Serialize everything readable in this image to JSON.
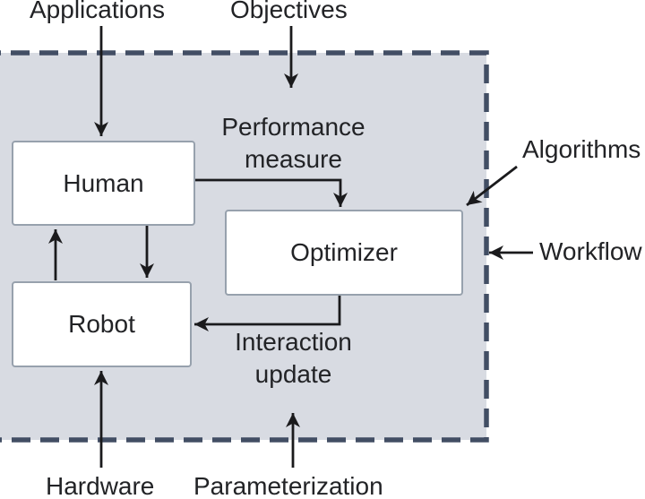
{
  "diagram": {
    "external_labels": {
      "applications": "Applications",
      "objectives": "Objectives",
      "algorithms": "Algorithms",
      "workflow": "Workflow",
      "hardware": "Hardware",
      "parameterization": "Parameterization"
    },
    "nodes": {
      "human": "Human",
      "optimizer": "Optimizer",
      "robot": "Robot"
    },
    "flow_labels": {
      "performance_measure": "Performance\nmeasure",
      "interaction_update": "Interaction\nupdate"
    },
    "edges": [
      {
        "from": "Applications",
        "to": "Human"
      },
      {
        "from": "Objectives",
        "to": "system-boundary"
      },
      {
        "from": "Human",
        "to": "Optimizer",
        "label": "Performance measure"
      },
      {
        "from": "Algorithms",
        "to": "Optimizer"
      },
      {
        "from": "Workflow",
        "to": "system-boundary"
      },
      {
        "from": "Optimizer",
        "to": "Robot",
        "label": "Interaction update"
      },
      {
        "from": "Robot",
        "to": "Human"
      },
      {
        "from": "Human",
        "to": "Robot"
      },
      {
        "from": "Hardware",
        "to": "Robot"
      },
      {
        "from": "Parameterization",
        "to": "system-boundary"
      }
    ],
    "colors": {
      "background": "#ffffff",
      "container_fill": "#d8dbe2",
      "container_border": "#424e64",
      "node_fill": "#ffffff",
      "node_border": "#97a1ad",
      "arrow": "#1a1a1c",
      "text": "#222326"
    }
  }
}
